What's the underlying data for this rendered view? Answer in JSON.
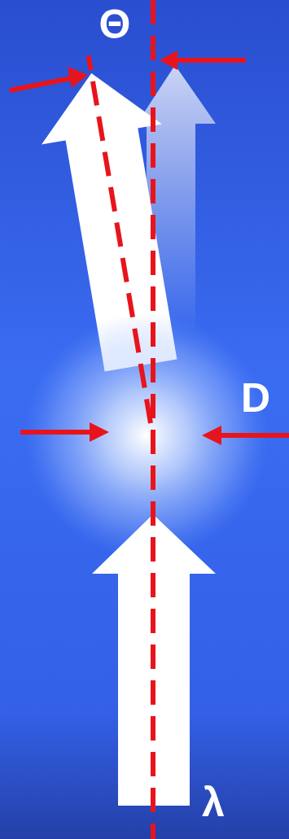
{
  "diagram": {
    "labels": [
      "Θ",
      "D",
      "λ"
    ]
  }
}
